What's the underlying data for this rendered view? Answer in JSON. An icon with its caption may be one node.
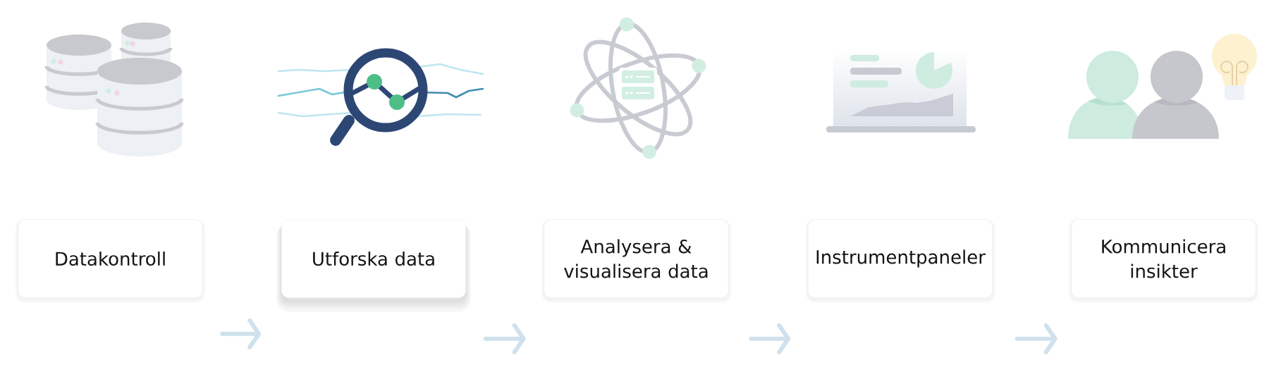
{
  "diagram": {
    "nodes": [
      {
        "text": [
          "Datakontroll"
        ]
      },
      {
        "text": [
          "Utforska data"
        ]
      },
      {
        "text": [
          "Analysera & visualisera data"
        ]
      },
      {
        "text": [
          "Instrumentpaneler"
        ]
      },
      {
        "text": [
          "Kommunicera insikter"
        ]
      }
    ],
    "edges": [
      {
        "from": 0,
        "to": 1,
        "arrow": "to"
      },
      {
        "from": 1,
        "to": 2,
        "arrow": "to"
      },
      {
        "from": 2,
        "to": 3,
        "arrow": "to"
      },
      {
        "from": 3,
        "to": 4,
        "arrow": "to"
      }
    ]
  }
}
